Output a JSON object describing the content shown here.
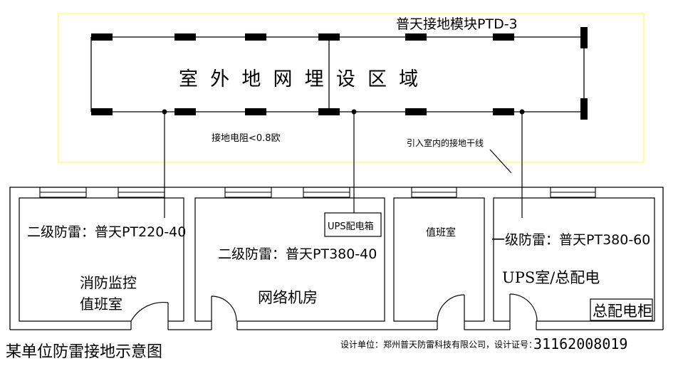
{
  "colors": {
    "outdoor_zone_border": "#ffff99",
    "line": "#000000",
    "background": "#ffffff"
  },
  "outdoor": {
    "module_label": "普天接地模块PTD-3",
    "zone_label": "室  外  地  网  埋  设  区  域",
    "resistance_label": "接地电阻<0.8欧",
    "trunk_label": "引入室内的接地干线"
  },
  "rooms": {
    "fire_control": {
      "protector_label": "二级防雷：普天PT220-40",
      "name_line1": "消防监控",
      "name_line2": "值班室"
    },
    "network": {
      "box_label": "UPS配电箱",
      "protector_label": "二级防雷：普天PT380-40",
      "name": "网络机房"
    },
    "duty": {
      "name": "值班室"
    },
    "ups": {
      "protector_label": "一级防雷：普天PT380-60",
      "name": "UPS室/总配电",
      "cabinet_label": "总配电柜"
    }
  },
  "footer": {
    "title": "某单位防雷接地示意图",
    "designer": "设计单位：郑州普天防雷科技有限公司，设计证号：",
    "cert_no": "31162008019"
  }
}
